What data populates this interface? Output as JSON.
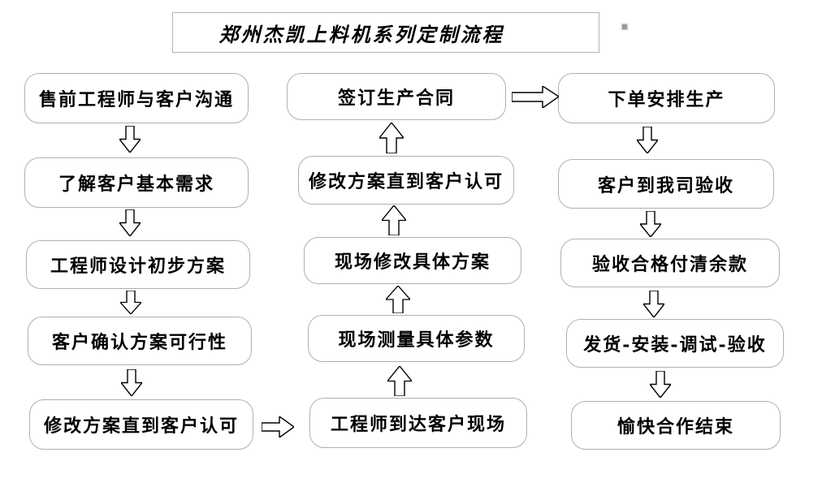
{
  "title": "郑州杰凯上料机系列定制流程",
  "colors": {
    "background": "#ffffff",
    "box_border": "#b0b0b0",
    "text": "#000000",
    "arrow_outline": "#000000",
    "arrow_fill": "#ffffff"
  },
  "columns": {
    "left": {
      "flow_direction": "down",
      "nodes": [
        "售前工程师与客户沟通",
        "了解客户基本需求",
        "工程师设计初步方案",
        "客户确认方案可行性",
        "修改方案直到客户认可"
      ]
    },
    "middle": {
      "flow_direction": "up",
      "nodes": [
        "签订生产合同",
        "修改方案直到客户认可",
        "现场修改具体方案",
        "现场测量具体参数",
        "工程师到达客户现场"
      ]
    },
    "right": {
      "flow_direction": "down",
      "nodes": [
        "下单安排生产",
        "客户到我司验收",
        "验收合格付清余款",
        "发货-安装-调试-验收",
        "愉快合作结束"
      ]
    }
  },
  "cross_links": [
    {
      "from": "修改方案直到客户认可",
      "to": "工程师到达客户现场",
      "direction": "right"
    },
    {
      "from": "签订生产合同",
      "to": "下单安排生产",
      "direction": "right"
    }
  ],
  "icons": {
    "down-arrow-icon": "hollow block arrow pointing down",
    "up-arrow-icon": "hollow block arrow pointing up",
    "right-arrow-icon": "hollow block arrow pointing right"
  }
}
